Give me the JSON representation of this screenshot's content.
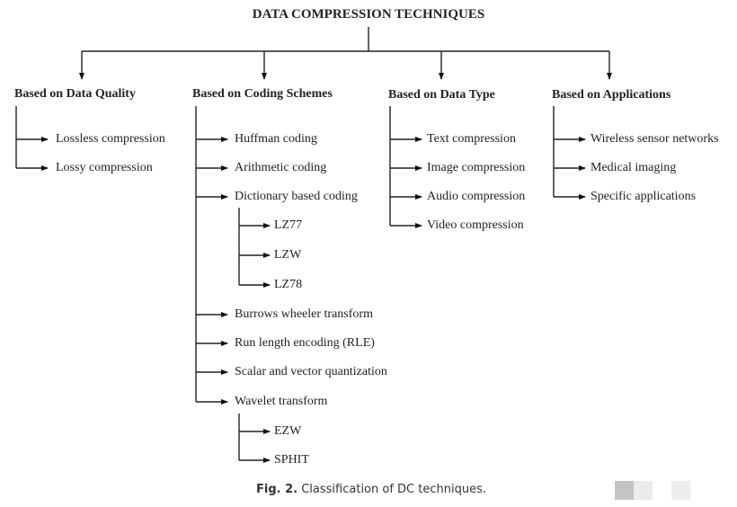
{
  "title": "DATA COMPRESSION TECHNIQUES",
  "categories": [
    {
      "header": "Based on  Data Quality",
      "items": [
        "Lossless compression",
        "Lossy compression"
      ]
    },
    {
      "header": "Based on Coding Schemes",
      "items": [
        "Huffman coding",
        "Arithmetic coding",
        "Dictionary based coding",
        "Burrows wheeler transform",
        "Run length encoding (RLE)",
        "Scalar and vector quantization",
        "Wavelet transform"
      ],
      "dictionary_sub": [
        "LZ77",
        "LZW",
        "LZ78"
      ],
      "wavelet_sub": [
        "EZW",
        "SPHIT"
      ]
    },
    {
      "header": "Based on Data Type",
      "items": [
        "Text compression",
        "Image compression",
        "Audio compression",
        "Video compression"
      ]
    },
    {
      "header": "Based on Applications",
      "items": [
        "Wireless sensor networks",
        "Medical imaging",
        "Specific applications"
      ]
    }
  ],
  "caption": {
    "label": "Fig. 2.",
    "text": "Classification of DC techniques."
  }
}
